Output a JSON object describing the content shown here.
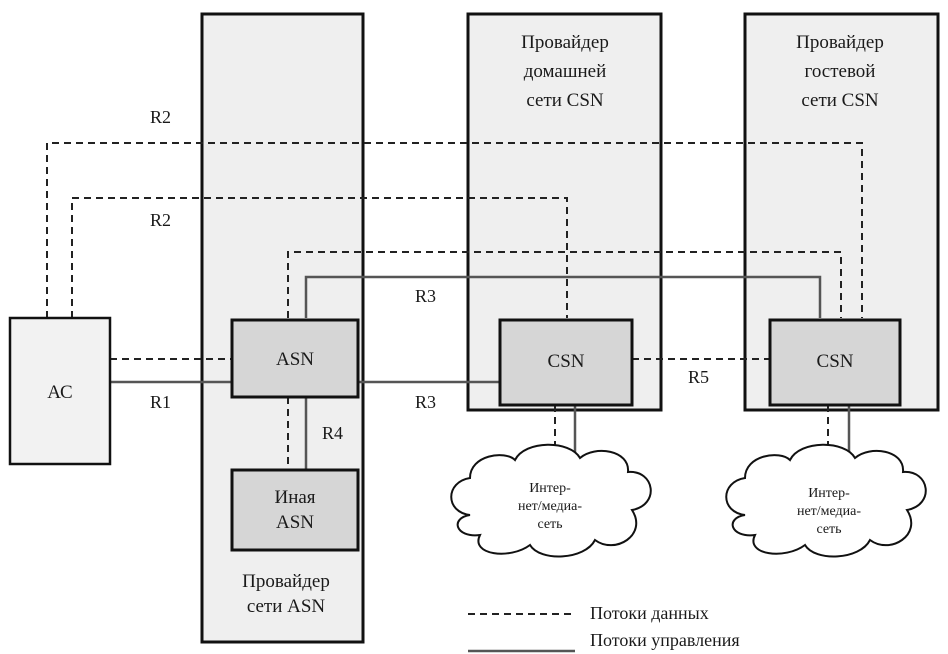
{
  "providers": {
    "asn": [
      "Провайдер",
      "сети ASN"
    ],
    "home_csn": [
      "Провайдер",
      "домашней",
      "сети CSN"
    ],
    "guest_csn": [
      "Провайдер",
      "гостевой",
      "сети CSN"
    ]
  },
  "nodes": {
    "ac": "АС",
    "asn": "ASN",
    "other_asn": [
      "Иная",
      "ASN"
    ],
    "csn_home": "CSN",
    "csn_guest": "CSN"
  },
  "clouds": {
    "home": [
      "Интер-",
      "нет/медиа-",
      "сеть"
    ],
    "guest": [
      "Интер-",
      "нет/медиа-",
      "сеть"
    ]
  },
  "links": {
    "r2_top": "R2",
    "r2_mid": "R2",
    "r3_top": "R3",
    "r3_bottom": "R3",
    "r1": "R1",
    "r4": "R4",
    "r5": "R5"
  },
  "legend": {
    "data_flows": "Потоки данных",
    "control_flows": "Потоки управления"
  }
}
